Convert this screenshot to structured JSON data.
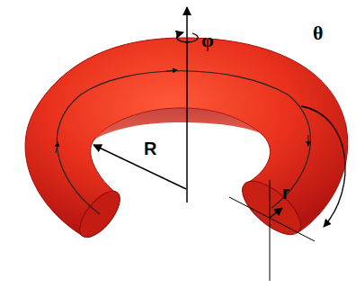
{
  "diagram": {
    "labels": [
      "φ",
      "R",
      "θ",
      "r"
    ]
  }
}
